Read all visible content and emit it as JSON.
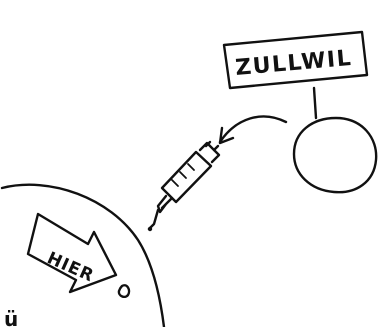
{
  "sign": {
    "text": "ZULLWIL"
  },
  "arrow": {
    "text": "HIER"
  },
  "smiley": {
    "glyph": "ü"
  },
  "ink_color": "#111111",
  "background_color": "#ffffff"
}
